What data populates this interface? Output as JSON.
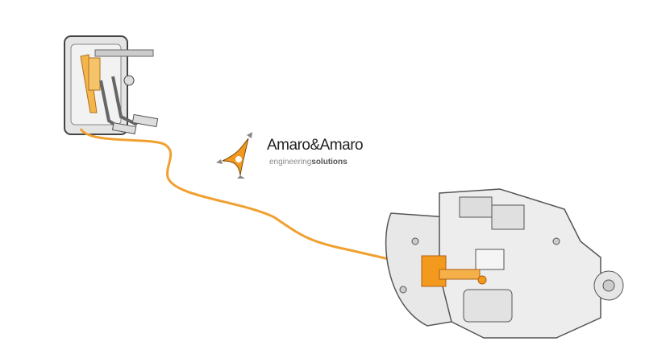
{
  "logo": {
    "brand": "Amaro&Amaro",
    "tagline_light": "engineering",
    "tagline_bold": "solutions"
  },
  "colors": {
    "accent": "#f39a1e",
    "cable": "#f0a030",
    "metal": "#d8d8d8",
    "outline": "#555555"
  }
}
